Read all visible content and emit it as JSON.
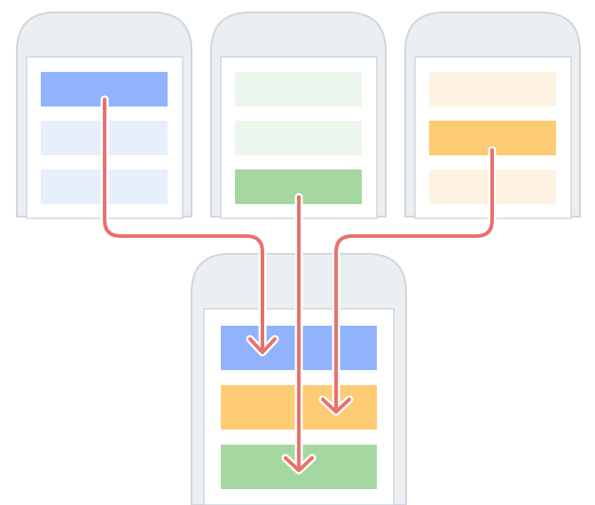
{
  "colors": {
    "phone_frame_fill": "#eceff1",
    "phone_frame_stroke": "#cfd6dc",
    "screen_fill": "#ffffff",
    "screen_stroke": "#cfd6dc",
    "blue": "#91b3fb",
    "blue_light": "#e7eefc",
    "green": "#a4d8a0",
    "green_light": "#edf6ec",
    "orange": "#fdcb74",
    "orange_light": "#fef3e2",
    "arrow": "#e8716b",
    "arrow_outline": "#ffffff"
  },
  "source_phones": [
    {
      "name": "source-phone-blue",
      "bars": [
        "blue",
        "blue_light",
        "blue_light"
      ],
      "highlighted_bar": 0
    },
    {
      "name": "source-phone-green",
      "bars": [
        "green_light",
        "green_light",
        "green"
      ],
      "highlighted_bar": 2
    },
    {
      "name": "source-phone-orange",
      "bars": [
        "orange_light",
        "orange",
        "orange_light"
      ],
      "highlighted_bar": 1
    }
  ],
  "target_phone": {
    "name": "target-phone-merged",
    "bars": [
      "blue",
      "orange",
      "green"
    ]
  },
  "arrows": [
    {
      "name": "arrow-blue-to-top",
      "from": "source-phone-blue",
      "to_bar": 0
    },
    {
      "name": "arrow-green-to-bottom",
      "from": "source-phone-green",
      "to_bar": 2
    },
    {
      "name": "arrow-orange-to-middle",
      "from": "source-phone-orange",
      "to_bar": 1
    }
  ]
}
